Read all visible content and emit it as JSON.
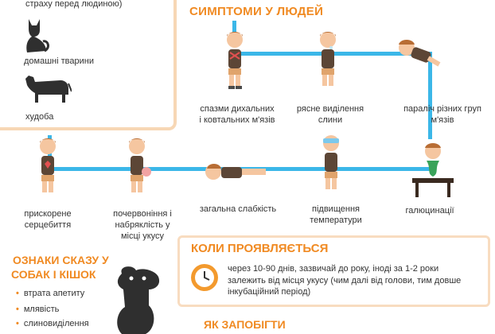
{
  "animals": {
    "fear_fragment": "страху перед людиною)",
    "pets_label": "домашні тварини",
    "cattle_label": "худоба"
  },
  "symptoms": {
    "title": "СИМПТОМИ У ЛЮДЕЙ",
    "row1": [
      {
        "label": "спазми дихальних\nі ковтальних м'язів"
      },
      {
        "label": "рясне виділення\nслини"
      },
      {
        "label": "параліч різних груп\nм'язів"
      }
    ],
    "row2": [
      {
        "label": "прискорене\nсерцебиття"
      },
      {
        "label": "почервоніння і\nнабряклість у\nмісці укусу"
      },
      {
        "label": "загальна слабкість"
      },
      {
        "label": "підвищення\nтемператури"
      },
      {
        "label": "галюцинації"
      }
    ]
  },
  "signs": {
    "title_line1": "ОЗНАКИ СКАЗУ У",
    "title_line2": "СОБАК І КІШОК",
    "items": [
      "втрата апетиту",
      "млявість",
      "слиновиділення"
    ]
  },
  "when": {
    "title": "КОЛИ ПРОЯВЛЯЄТЬСЯ",
    "line1": "через 10-90 днів, зазвичай до року, іноді за 1-2 роки",
    "line2": "залежить від місця укусу (чим далі від голови, тим довше",
    "line3": "інкубаційний період)"
  },
  "prevent": {
    "title": "ЯК ЗАПОБІГТИ"
  },
  "colors": {
    "accent": "#f08a22",
    "line": "#3bb7e8",
    "panel_border": "#f7d7b5",
    "dark_icon": "#2f2f2f"
  }
}
